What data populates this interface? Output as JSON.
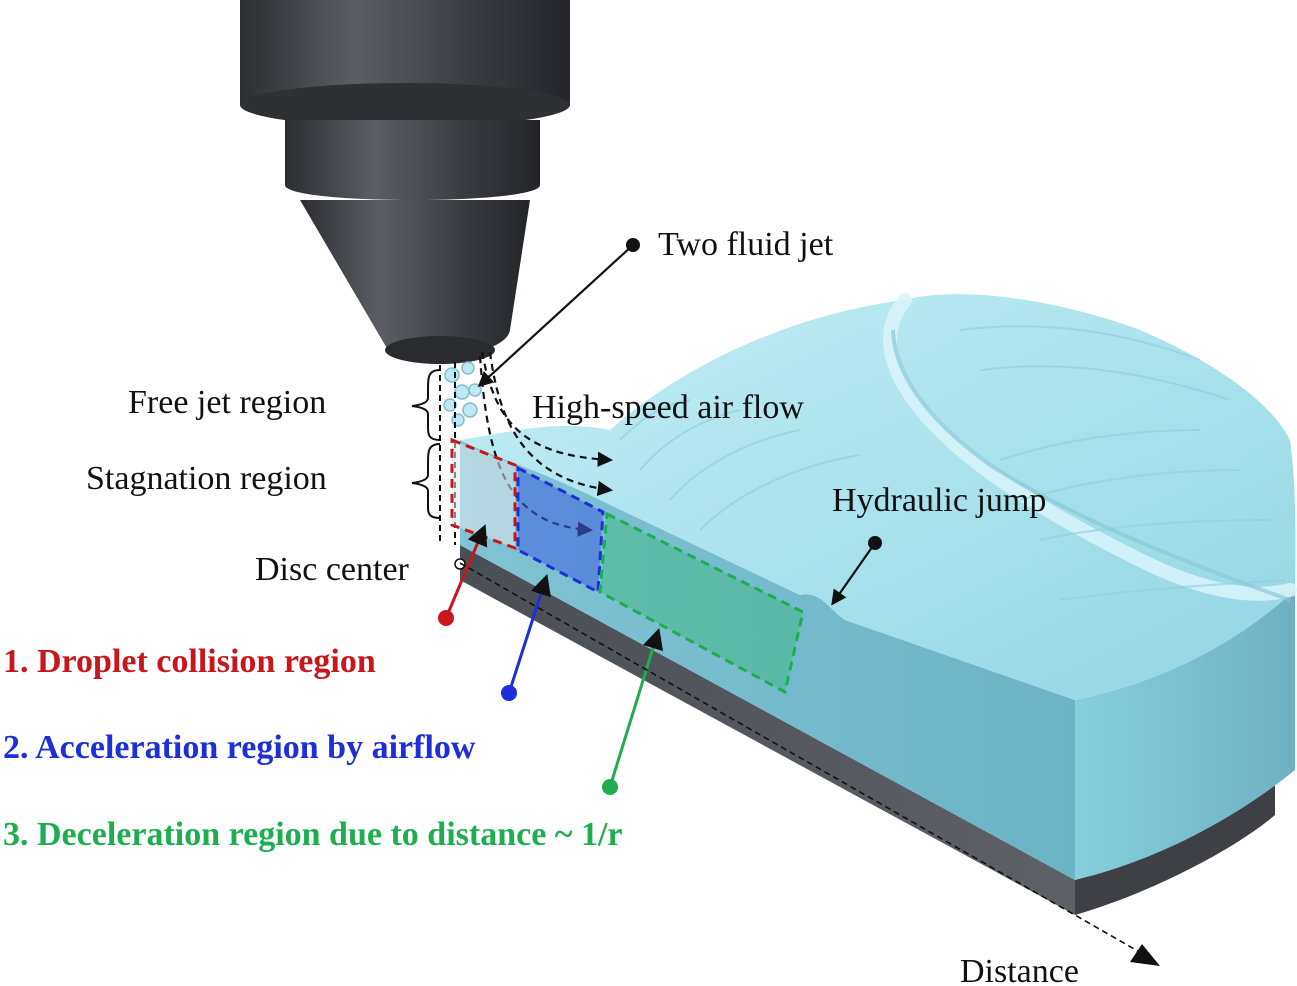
{
  "labels": {
    "two_fluid_jet": "Two fluid jet",
    "free_jet_region": "Free jet region",
    "high_speed_air_flow": "High-speed air flow",
    "stagnation_region": "Stagnation region",
    "hydraulic_jump": "Hydraulic jump",
    "disc_center": "Disc center",
    "distance": "Distance"
  },
  "regions": [
    {
      "label": "1. Droplet collision region",
      "color": "#c8161d"
    },
    {
      "label": "2. Acceleration region by airflow",
      "color": "#1c2fd8"
    },
    {
      "label": "3. Deceleration region due to distance ~ 1/r",
      "color": "#1fae4f"
    }
  ],
  "colors": {
    "water_top": "#a9e4ee",
    "water_side": "#7cc4d6",
    "disc": "#4c5058",
    "nozzle": "#3f4147"
  }
}
